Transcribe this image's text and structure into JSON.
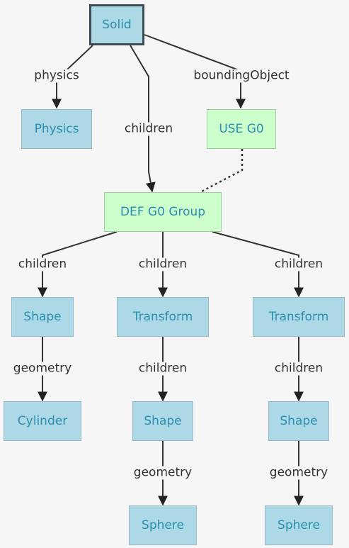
{
  "nodes": {
    "solid": "Solid",
    "physics": "Physics",
    "use_g0": "USE G0",
    "def_g0_group": "DEF G0 Group",
    "shape_1": "Shape",
    "transform_1": "Transform",
    "transform_2": "Transform",
    "cylinder": "Cylinder",
    "shape_2": "Shape",
    "shape_3": "Shape",
    "sphere_1": "Sphere",
    "sphere_2": "Sphere"
  },
  "edges": {
    "solid_physics": "physics",
    "solid_children": "children",
    "solid_bounding": "boundingObject",
    "group_children_1": "children",
    "group_children_2": "children",
    "group_children_3": "children",
    "shape1_geometry": "geometry",
    "transform1_children": "children",
    "transform2_children": "children",
    "shape2_geometry": "geometry",
    "shape3_geometry": "geometry"
  },
  "colors": {
    "node_fill": "#add8e6",
    "node_fill_group": "#ccffcc",
    "node_text": "#2a8fb0",
    "edge": "#333333"
  }
}
